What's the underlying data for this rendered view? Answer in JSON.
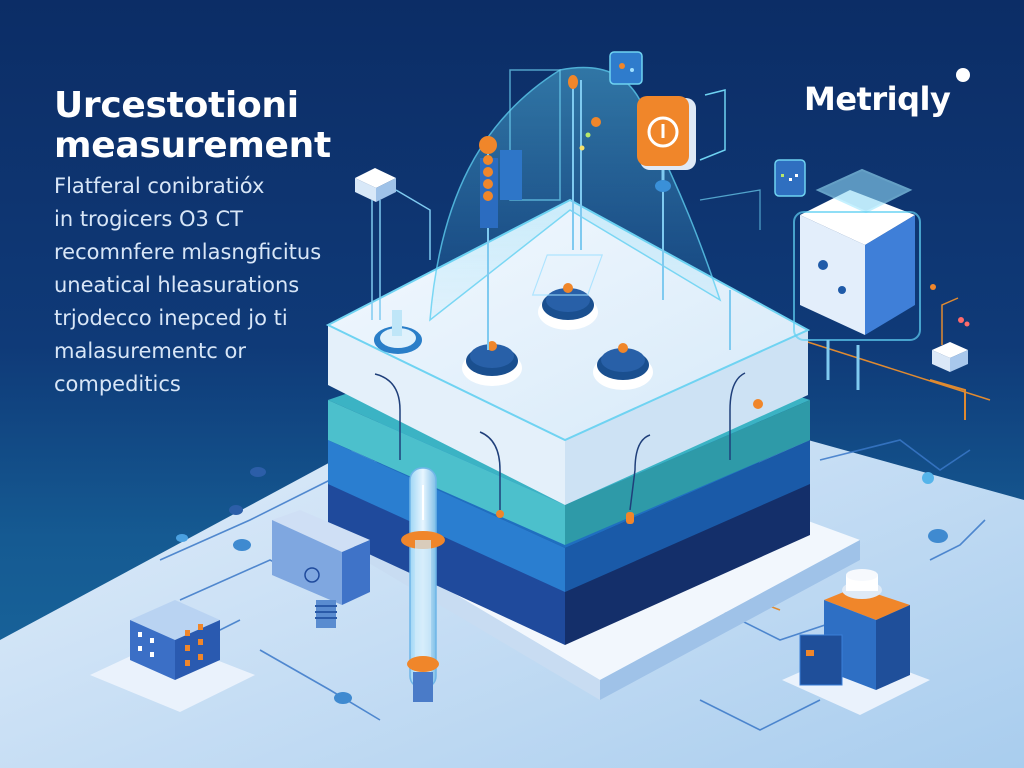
{
  "headline": {
    "line1": "Urcestotioni",
    "line2": "measurement"
  },
  "body": {
    "lines": [
      "Flatferal conibratióx",
      "in trogicers O3 CT",
      "recomnfere mlasngficitus",
      "uneatical hleasurations",
      "trjodecco inepced jo ti",
      "malasurementc or",
      "compeditics"
    ]
  },
  "brand": {
    "name": "Metriqly"
  },
  "illustration": {
    "subject": "isometric measurement platform with sensors, probes and connected devices",
    "icons": [
      "power-icon",
      "thermometer-probe-icon",
      "server-block-icon",
      "cube-tank-icon",
      "sensor-module-icon"
    ]
  },
  "colors": {
    "background_top": "#0c2d66",
    "background_bottom": "#1a6aa0",
    "floor": "#d6e6f7",
    "accent_orange": "#f0862a",
    "platform_white": "#eef5fc",
    "layer_teal": "#3bb3c4",
    "layer_blue": "#1f6fc0",
    "layer_navy": "#1b3f8c",
    "glass_cyan": "#5fd0f2"
  }
}
